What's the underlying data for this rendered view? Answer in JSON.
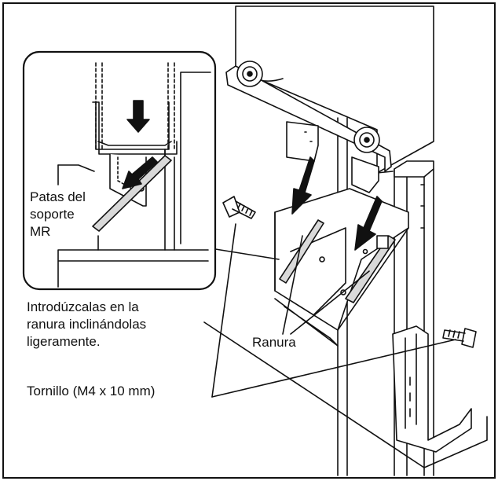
{
  "labels": {
    "patas_line1": "Patas del",
    "patas_line2": "soporte",
    "patas_line3": "MR",
    "intro_line1": "Introdúzcalas en la",
    "intro_line2": "ranura inclinándolas",
    "intro_line3": "ligeramente.",
    "ranura": "Ranura",
    "tornillo": "Tornillo (M4 x 10 mm)"
  },
  "colors": {
    "line": "#111111",
    "fill_gray": "#d9d9d9",
    "fill_dark": "#333333",
    "background": "#ffffff"
  },
  "icons": [
    "down-arrow-icon",
    "diagonal-arrow-icon",
    "screw-icon",
    "caster-wheel-icon"
  ]
}
